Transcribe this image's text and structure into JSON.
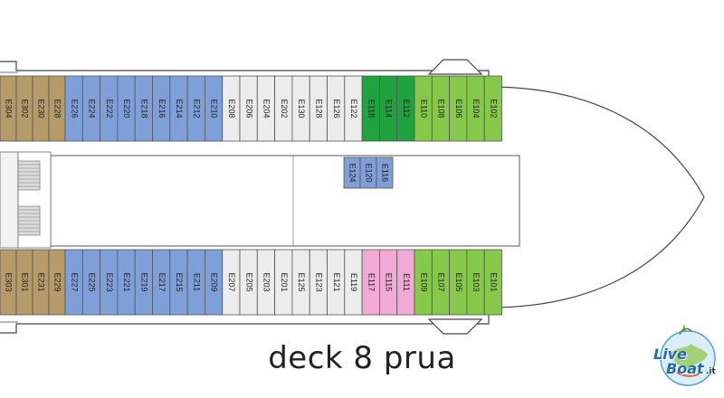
{
  "caption": "deck 8 prua",
  "logo": {
    "text_top": "Live",
    "text_bottom": "Boat",
    "suffix": ".it"
  },
  "colors": {
    "brown": "#b59a6a",
    "blue": "#7f9fd8",
    "white": "#ececec",
    "green_dark": "#1ea33f",
    "green_light": "#86c84a",
    "pink": "#f2a9d6",
    "outline": "#555555"
  },
  "cabins": {
    "top_row": [
      {
        "label": "E304",
        "color": "brown"
      },
      {
        "label": "E302",
        "color": "brown"
      },
      {
        "label": "E230",
        "color": "brown"
      },
      {
        "label": "E228",
        "color": "brown"
      },
      {
        "label": "E226",
        "color": "blue"
      },
      {
        "label": "E224",
        "color": "blue"
      },
      {
        "label": "E222",
        "color": "blue"
      },
      {
        "label": "E220",
        "color": "blue"
      },
      {
        "label": "E218",
        "color": "blue"
      },
      {
        "label": "E216",
        "color": "blue"
      },
      {
        "label": "E214",
        "color": "blue"
      },
      {
        "label": "E212",
        "color": "blue"
      },
      {
        "label": "E210",
        "color": "blue"
      },
      {
        "label": "E208",
        "color": "white"
      },
      {
        "label": "E206",
        "color": "white"
      },
      {
        "label": "E204",
        "color": "white"
      },
      {
        "label": "E202",
        "color": "white"
      },
      {
        "label": "E130",
        "color": "white"
      },
      {
        "label": "E128",
        "color": "white"
      },
      {
        "label": "E126",
        "color": "white"
      },
      {
        "label": "E122",
        "color": "white"
      },
      {
        "label": "E118",
        "color": "green_dark"
      },
      {
        "label": "E114",
        "color": "green_dark"
      },
      {
        "label": "E112",
        "color": "green_dark"
      },
      {
        "label": "E110",
        "color": "green_light"
      },
      {
        "label": "E108",
        "color": "green_light"
      },
      {
        "label": "E106",
        "color": "green_light"
      },
      {
        "label": "E104",
        "color": "green_light"
      },
      {
        "label": "E102",
        "color": "green_light"
      }
    ],
    "bottom_row": [
      {
        "label": "E303",
        "color": "brown"
      },
      {
        "label": "E301",
        "color": "brown"
      },
      {
        "label": "E231",
        "color": "brown"
      },
      {
        "label": "E229",
        "color": "brown"
      },
      {
        "label": "E227",
        "color": "blue"
      },
      {
        "label": "E225",
        "color": "blue"
      },
      {
        "label": "E223",
        "color": "blue"
      },
      {
        "label": "E221",
        "color": "blue"
      },
      {
        "label": "E219",
        "color": "blue"
      },
      {
        "label": "E217",
        "color": "blue"
      },
      {
        "label": "E215",
        "color": "blue"
      },
      {
        "label": "E211",
        "color": "blue"
      },
      {
        "label": "E209",
        "color": "blue"
      },
      {
        "label": "E207",
        "color": "white"
      },
      {
        "label": "E205",
        "color": "white"
      },
      {
        "label": "E203",
        "color": "white"
      },
      {
        "label": "E201",
        "color": "white"
      },
      {
        "label": "E125",
        "color": "white"
      },
      {
        "label": "E123",
        "color": "white"
      },
      {
        "label": "E121",
        "color": "white"
      },
      {
        "label": "E119",
        "color": "white"
      },
      {
        "label": "E117",
        "color": "pink"
      },
      {
        "label": "E115",
        "color": "pink"
      },
      {
        "label": "E111",
        "color": "pink"
      },
      {
        "label": "E109",
        "color": "green_light"
      },
      {
        "label": "E107",
        "color": "green_light"
      },
      {
        "label": "E105",
        "color": "green_light"
      },
      {
        "label": "E103",
        "color": "green_light"
      },
      {
        "label": "E101",
        "color": "green_light"
      }
    ],
    "center_group": [
      {
        "label": "E124",
        "color": "blue"
      },
      {
        "label": "E120",
        "color": "blue"
      },
      {
        "label": "E116",
        "color": "blue"
      }
    ]
  }
}
